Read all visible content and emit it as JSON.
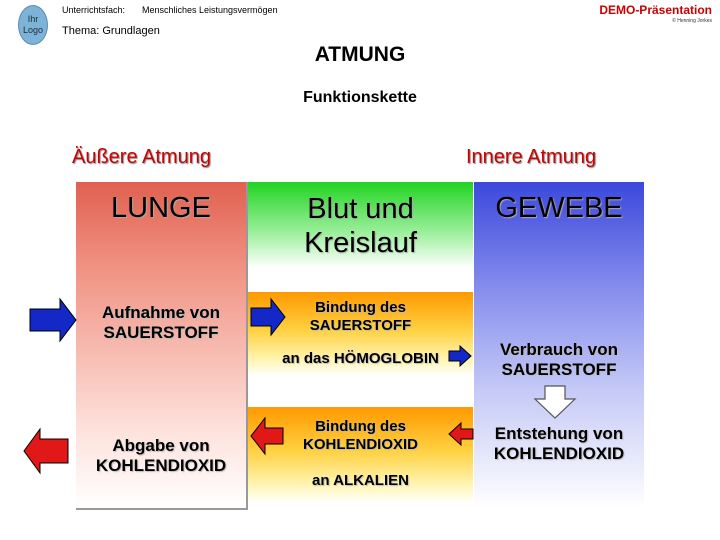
{
  "header": {
    "logo_line1": "Ihr",
    "logo_line2": "Logo",
    "subject_label": "Unterrichtsfach:",
    "subject_value": "Menschliches Leistungsvermögen",
    "theme": "Thema:  Grundlagen",
    "demo": "DEMO-Präsentation",
    "copyright": "© Henning Jorkes"
  },
  "title": "ATMUNG",
  "subtitle": "Funktionskette",
  "sections": {
    "left": "Äußere Atmung",
    "right": "Innere Atmung"
  },
  "columns": {
    "lunge": "LUNGE",
    "blut_line1": "Blut und",
    "blut_line2": "Kreislauf",
    "gewebe": "GEWEBE"
  },
  "left_col": {
    "uptake_line1": "Aufnahme von",
    "uptake_line2": "SAUERSTOFF",
    "release_line1": "Abgabe von",
    "release_line2": "KOHLENDIOXID"
  },
  "middle_col": {
    "o2_line1": "Bindung des",
    "o2_line2": "SAUERSTOFF",
    "o2_target": "an das HÖMOGLOBIN",
    "co2_line1": "Bindung des",
    "co2_line2": "KOHLENDIOXID",
    "co2_target": "an ALKALIEN"
  },
  "right_col": {
    "use_line1": "Verbrauch von",
    "use_line2": "SAUERSTOFF",
    "gen_line1": "Entstehung von",
    "gen_line2": "KOHLENDIOXID"
  },
  "colors": {
    "blue_arrow": "#1428c8",
    "red_arrow": "#e01818",
    "section_text": "#cc0000"
  },
  "icons": [
    "right-arrow-icon",
    "left-arrow-icon",
    "down-arrow-icon"
  ]
}
